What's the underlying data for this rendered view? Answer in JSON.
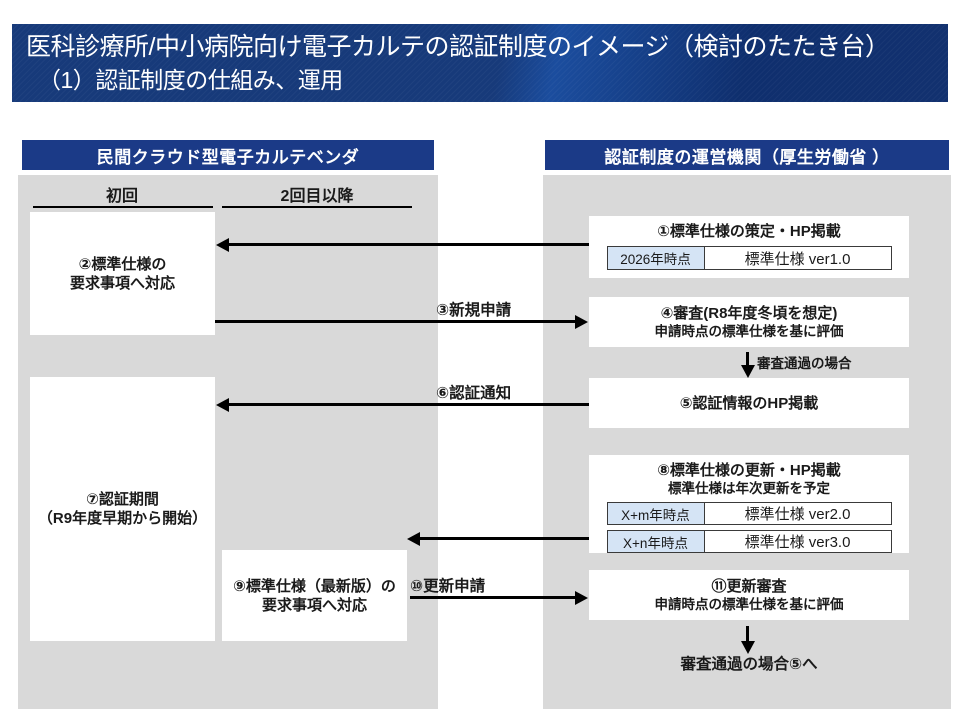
{
  "title": {
    "line1": "医科診療所/中小病院向け電子カルテの認証制度のイメージ（検討のたたき台）",
    "line2": "（1）認証制度の仕組み、運用"
  },
  "columns": {
    "vendor": {
      "header": "民間クラウド型電子カルテベンダ",
      "sub_first": "初回",
      "sub_repeat": "2回目以降"
    },
    "authority": {
      "header": "認証制度の運営機関（厚生労働省 ）"
    }
  },
  "boxes": {
    "box1": {
      "title": "①標準仕様の策定・HP掲載",
      "specs": [
        {
          "date": "2026年時点",
          "name": "標準仕様 ver1.0"
        }
      ]
    },
    "box2": {
      "line1": "②標準仕様の",
      "line2": "要求事項へ対応"
    },
    "box4": {
      "line1": "④審査(R8年度冬頃を想定)",
      "line2": "申請時点の標準仕様を基に評価"
    },
    "box5": {
      "line1": "⑤認証情報のHP掲載"
    },
    "box7": {
      "line1": "⑦認証期間",
      "line2": "（R9年度早期から開始）"
    },
    "box8": {
      "title": "⑧標準仕様の更新・HP掲載",
      "subtitle": "標準仕様は年次更新を予定",
      "specs": [
        {
          "date": "X+m年時点",
          "name": "標準仕様 ver2.0"
        },
        {
          "date": "X+n年時点",
          "name": "標準仕様 ver3.0"
        }
      ]
    },
    "box9": {
      "line1": "⑨標準仕様（最新版）の",
      "line2": "要求事項へ対応"
    },
    "box11": {
      "line1": "⑪更新審査",
      "line2": "申請時点の標準仕様を基に評価"
    }
  },
  "arrows": {
    "label3": "③新規申請",
    "label6": "⑥認証通知",
    "label10": "⑩更新申請",
    "pass_note_1": "審査通過の場合",
    "pass_note_2": "審査通過の場合⑤へ"
  },
  "colors": {
    "title_navy": "#173a7a",
    "header_navy": "#1b3a87",
    "panel_gray": "#d9d9d9",
    "spec_date_blue": "#d5e4f5",
    "box_white": "#ffffff",
    "line_black": "#000000"
  }
}
